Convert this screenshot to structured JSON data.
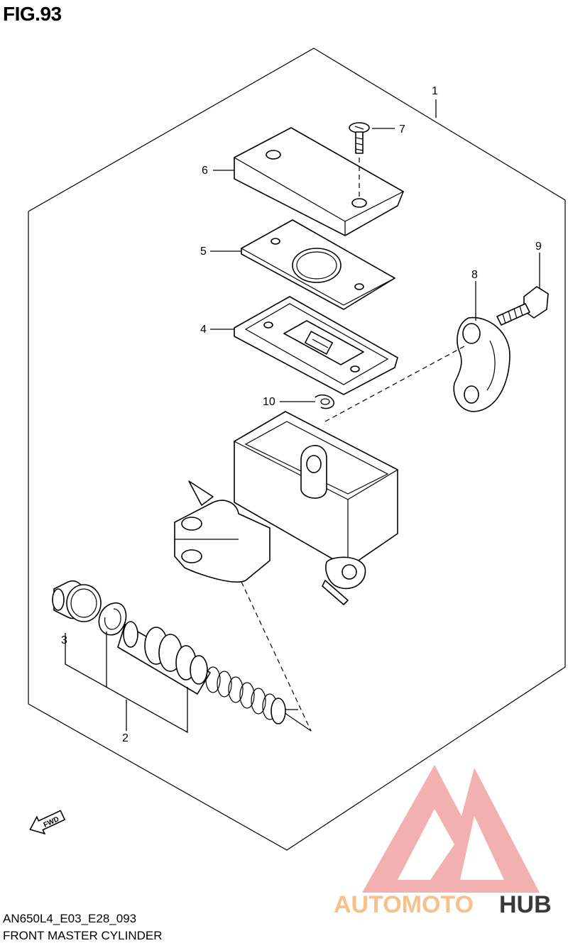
{
  "figure": {
    "label": "FIG.93"
  },
  "callouts": [
    "1",
    "2",
    "3",
    "4",
    "5",
    "6",
    "7",
    "8",
    "9",
    "10"
  ],
  "direction_arrow": {
    "text": "FWD",
    "icon": "fwd-arrow-icon"
  },
  "footer": {
    "code": "AN650L4_E03_E28_093",
    "title": "FRONT MASTER CYLINDER"
  },
  "watermark": {
    "prefix": "AUTOMOTO",
    "suffix": "HUB",
    "colors": {
      "logo": "#f2a3a3",
      "prefix": "#f6c18a",
      "suffix": "#3a3a3a"
    }
  }
}
